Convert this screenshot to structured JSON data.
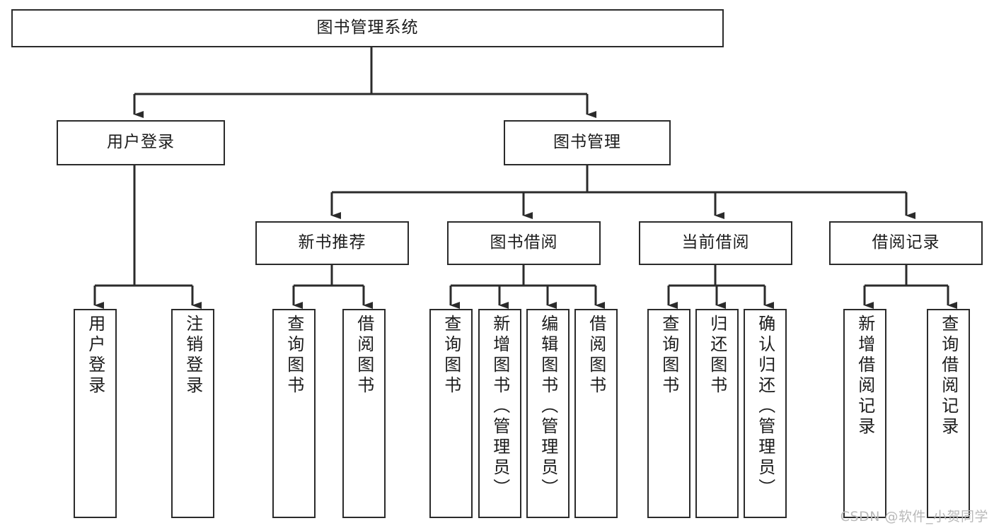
{
  "diagram": {
    "title": "图书管理系统",
    "type": "tree-hierarchy",
    "colors": {
      "stroke": "#2b2b2b",
      "fill": "#ffffff",
      "text": "#1c1c1c",
      "watermark": "#b9b9b9"
    },
    "root": {
      "label": "图书管理系统"
    },
    "level2": [
      {
        "label": "用户登录"
      },
      {
        "label": "图书管理"
      }
    ],
    "level3": [
      {
        "label": "新书推荐"
      },
      {
        "label": "图书借阅"
      },
      {
        "label": "当前借阅"
      },
      {
        "label": "借阅记录"
      }
    ],
    "leaves": {
      "user_login": [
        {
          "label": "用户登录"
        },
        {
          "label": "注销登录"
        }
      ],
      "new_book_recommend": [
        {
          "label": "查询图书"
        },
        {
          "label": "借阅图书"
        }
      ],
      "book_borrow": [
        {
          "label": "查询图书"
        },
        {
          "label": "新增图书（管理员）"
        },
        {
          "label": "编辑图书（管理员）"
        },
        {
          "label": "借阅图书"
        }
      ],
      "current_borrow": [
        {
          "label": "查询图书"
        },
        {
          "label": "归还图书"
        },
        {
          "label": "确认归还（管理员）"
        }
      ],
      "borrow_records": [
        {
          "label": "新增借阅记录"
        },
        {
          "label": "查询借阅记录"
        }
      ]
    },
    "watermark": "CSDN @软件_小贺同学"
  }
}
